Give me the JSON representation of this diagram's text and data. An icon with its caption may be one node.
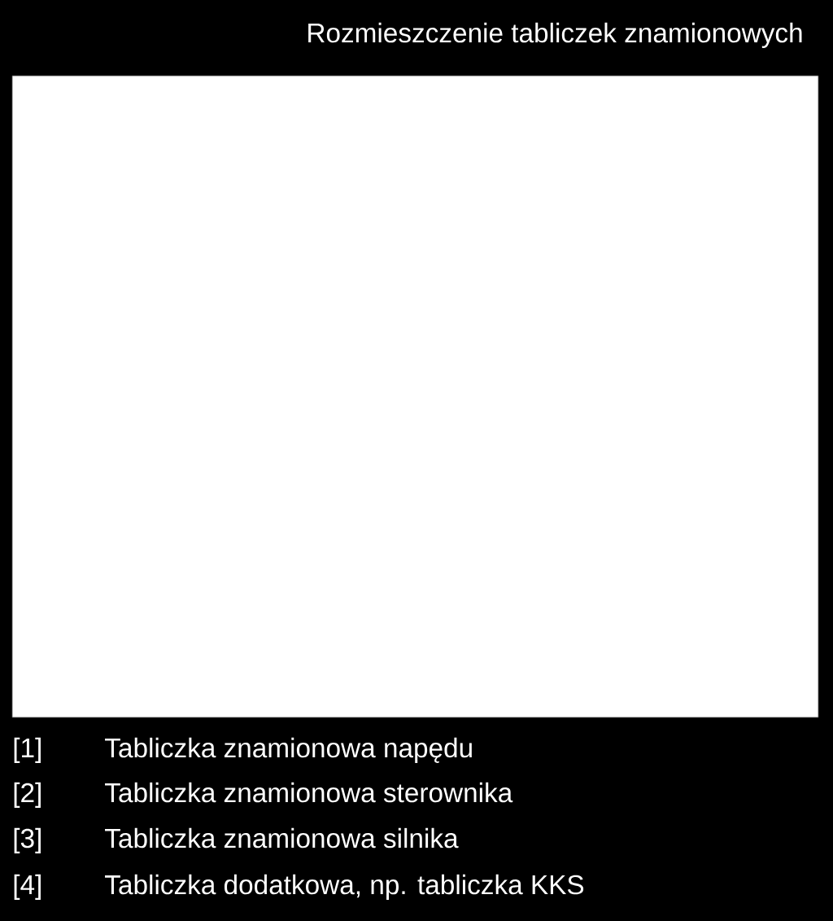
{
  "diagram": {
    "title": "Rozmieszczenie tabliczek znamionowych",
    "labels": [
      "[1]",
      "Tabliczka znamionowa napędu",
      "[2]",
      "Tabliczka znamionowa sterownika",
      "[3]",
      "Tabliczka znamionowa silnika",
      "[4]",
      "Tabliczka dodatkowa, np. tabliczka KKS"
    ]
  }
}
